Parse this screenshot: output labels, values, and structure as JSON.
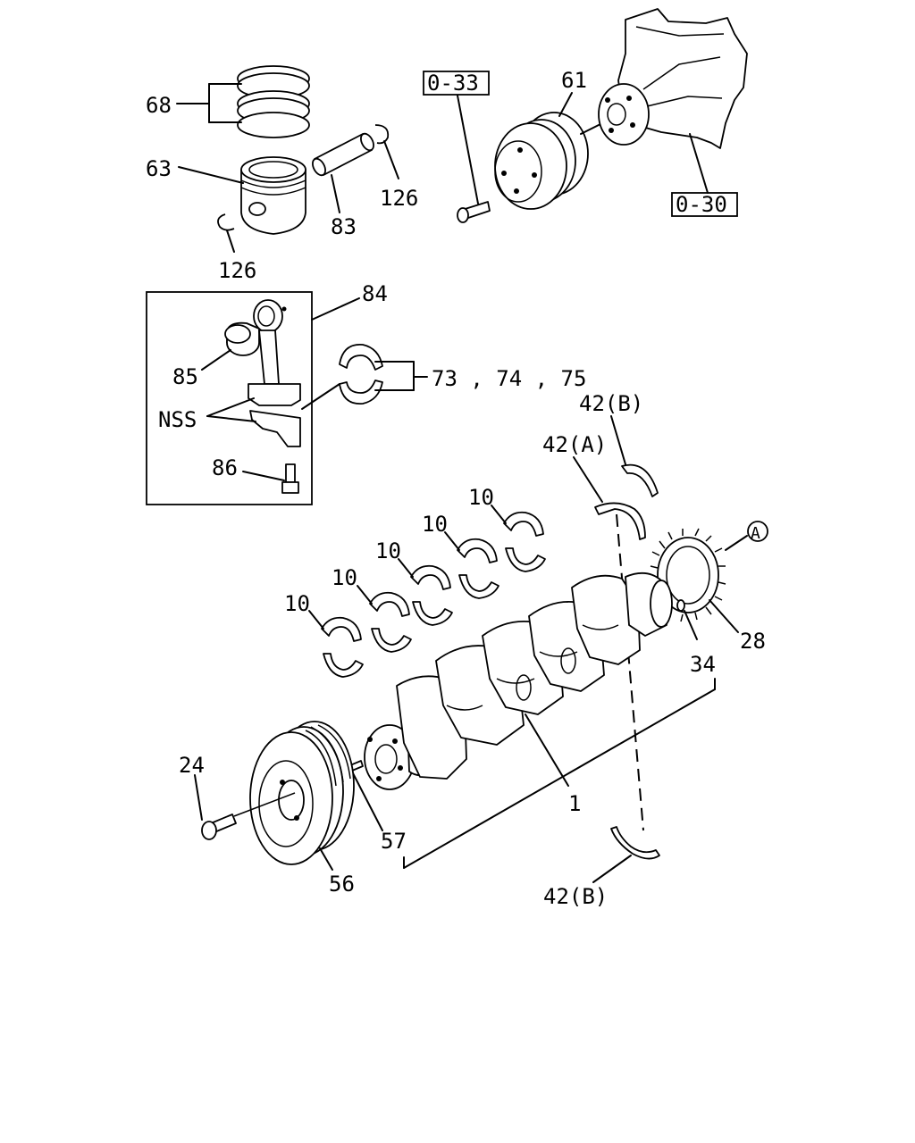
{
  "labels": {
    "l68": "68",
    "l63": "63",
    "l126a": "126",
    "l126b": "126",
    "l83": "83",
    "ref033": "0-33",
    "l61": "61",
    "ref030": "0-30",
    "l84": "84",
    "l85": "85",
    "l737475": "73 , 74 , 75",
    "nss": "NSS",
    "l86": "86",
    "l42b_top": "42(B)",
    "l42a": "42(A)",
    "circleA": "A",
    "l10_1": "10",
    "l10_2": "10",
    "l10_3": "10",
    "l10_4": "10",
    "l10_5": "10",
    "l28": "28",
    "l34": "34",
    "l24": "24",
    "l1": "1",
    "l57": "57",
    "l56": "56",
    "l42b_bottom": "42(B)"
  }
}
